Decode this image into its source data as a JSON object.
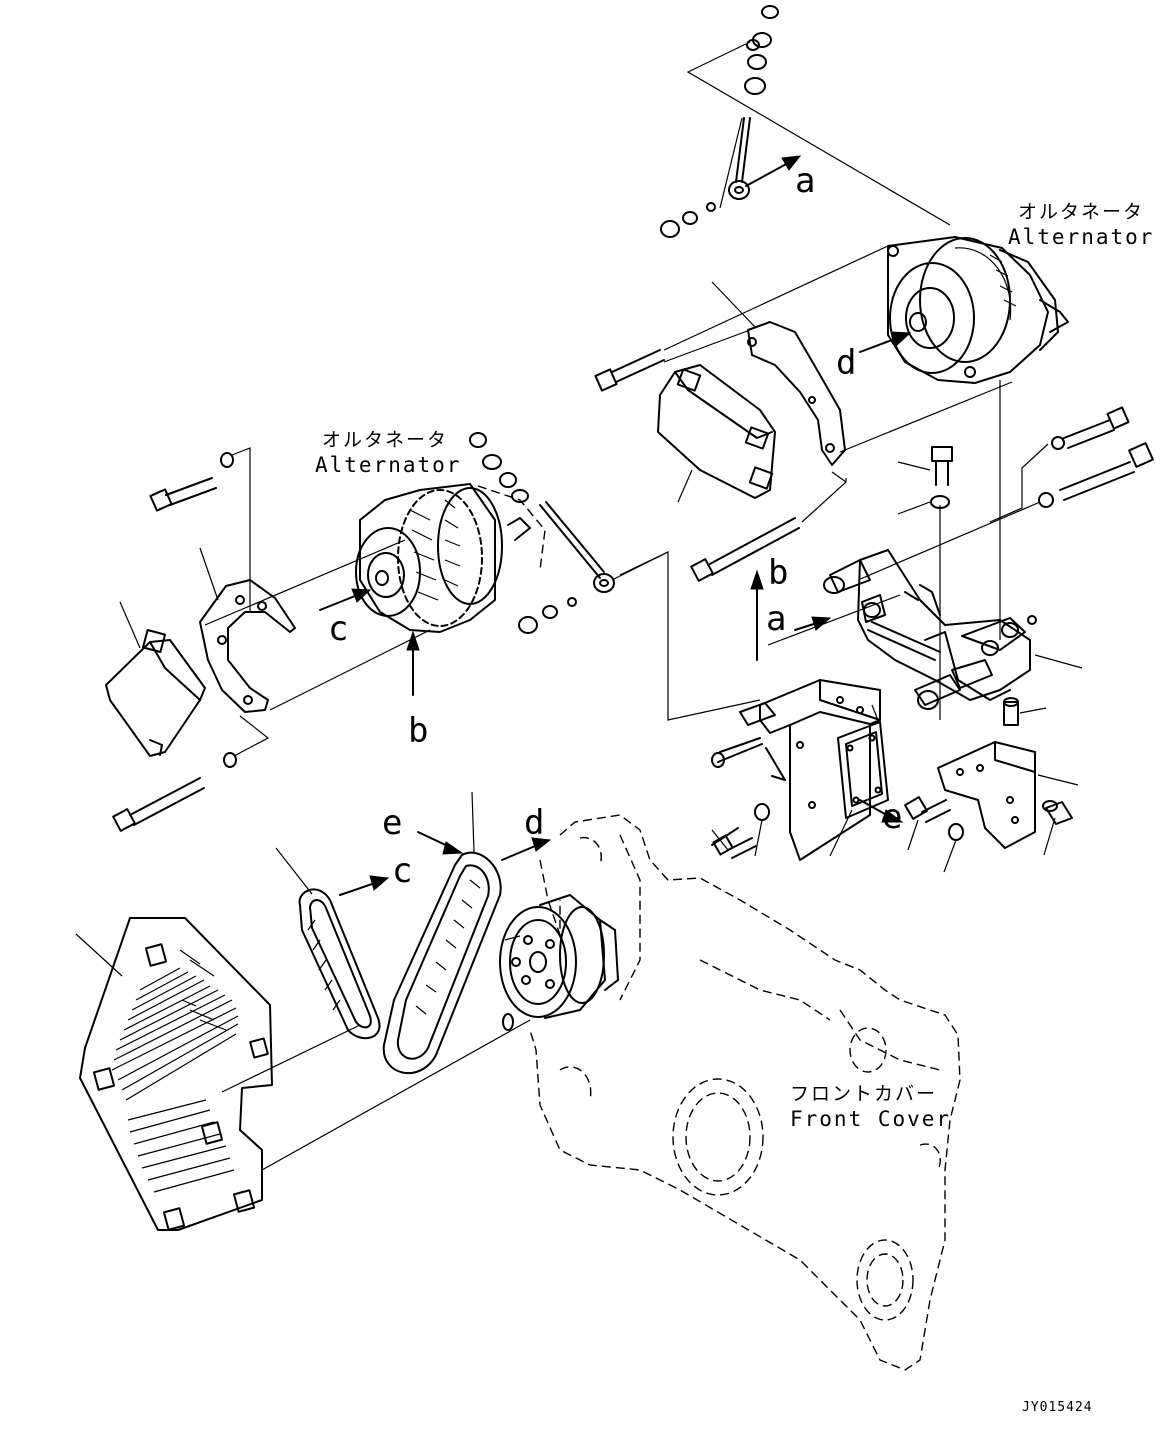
{
  "labels": {
    "alt_top_jp": "オルタネータ",
    "alt_top_en": "Alternator",
    "alt_left_jp": "オルタネータ",
    "alt_left_en": "Alternator",
    "front_cover_jp": "フロントカバー",
    "front_cover_en": "Front Cover",
    "a": "a",
    "b": "b",
    "c": "c",
    "d": "d",
    "e": "e",
    "drawing_code": "JY015424"
  },
  "colors": {
    "ink": "#000000",
    "paper": "#ffffff"
  }
}
